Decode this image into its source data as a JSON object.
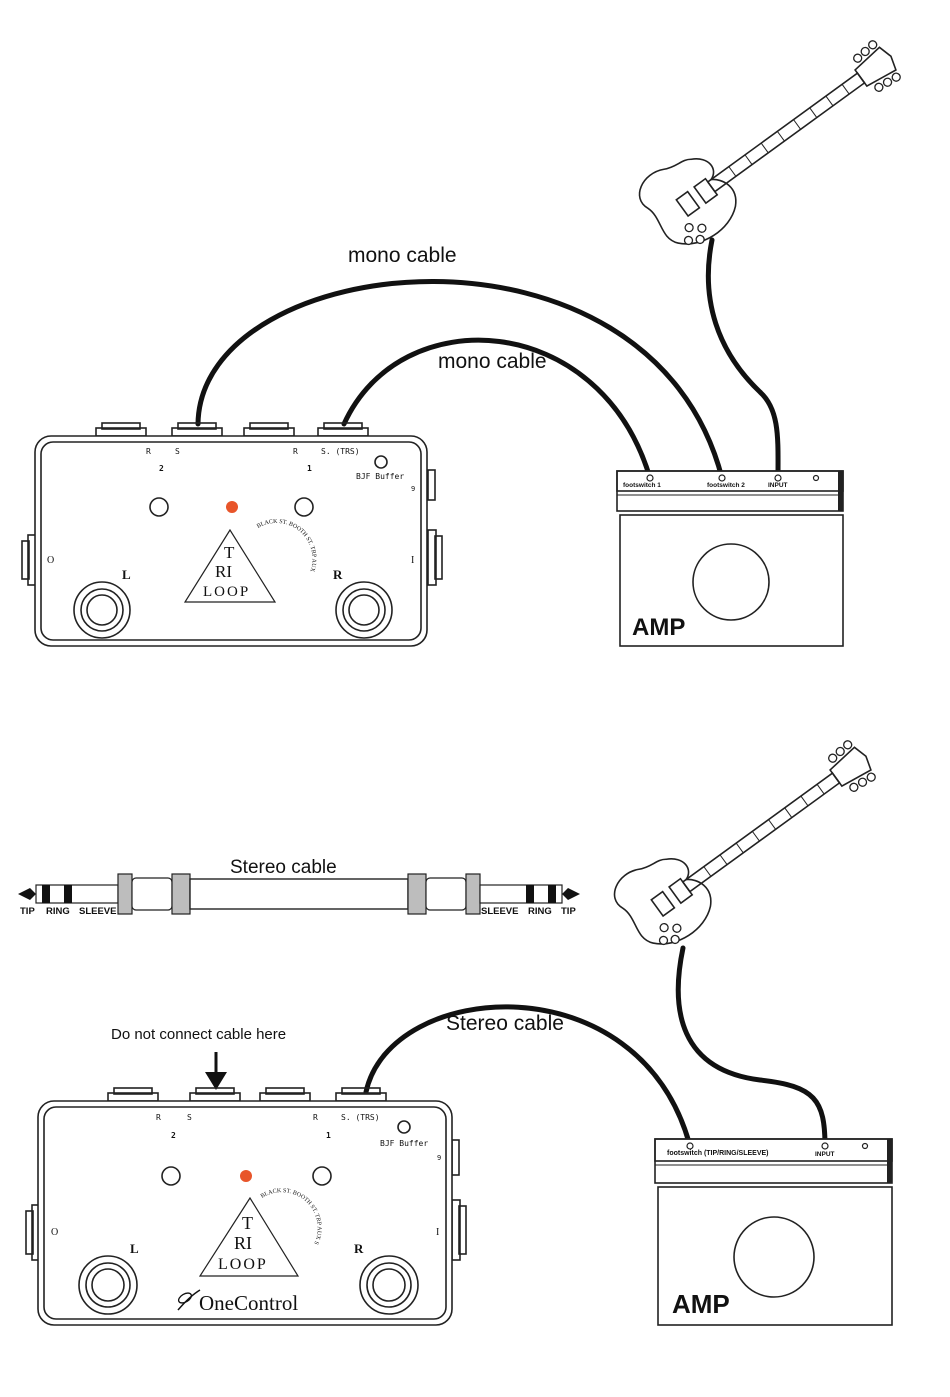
{
  "top": {
    "cable1": "mono cable",
    "cable2": "mono cable",
    "pedal": {
      "jack_r_left": "R",
      "jack_s_left": "S",
      "jack_r_right": "R",
      "jack_s_right": "S. (TRS)",
      "loop_2": "2",
      "loop_1": "1",
      "buffer": "BJF Buffer",
      "num_9": "9",
      "side_o": "O",
      "side_i": "I",
      "switch_l": "L",
      "switch_r": "R",
      "logo_t": "T",
      "logo_ri": "RI",
      "logo_loop": "LOOP",
      "arc_text": "BLACK ST. BOOTH ST. TRP AUX SP"
    },
    "amp": {
      "footswitch1": "footswitch 1",
      "footswitch2": "footswitch 2",
      "input": "INPUT",
      "label": "AMP"
    }
  },
  "bottom": {
    "stereo_cable_title": "Stereo cable",
    "plug_left": {
      "tip": "TIP",
      "ring": "RING",
      "sleeve": "SLEEVE"
    },
    "plug_right": {
      "tip": "TIP",
      "ring": "RING",
      "sleeve": "SLEEVE"
    },
    "warning": "Do not connect cable here",
    "cable": "Stereo cable",
    "pedal": {
      "jack_r_left": "R",
      "jack_s_left": "S",
      "jack_r_right": "R",
      "jack_s_right": "S. (TRS)",
      "loop_2": "2",
      "loop_1": "1",
      "buffer": "BJF Buffer",
      "num_9": "9",
      "side_o": "O",
      "side_i": "I",
      "switch_l": "L",
      "switch_r": "R",
      "logo_t": "T",
      "logo_ri": "RI",
      "logo_loop": "LOOP",
      "arc_text": "BLACK ST. BOOTH ST. TRP AUX SP",
      "brand": "OneControl"
    },
    "amp": {
      "footswitch": "footswitch (TIP/RING/SLEEVE)",
      "input": "INPUT",
      "label": "AMP"
    }
  },
  "colors": {
    "led": "#e8552a",
    "ink": "#111111",
    "plug_gray": "#bdbdbd"
  }
}
